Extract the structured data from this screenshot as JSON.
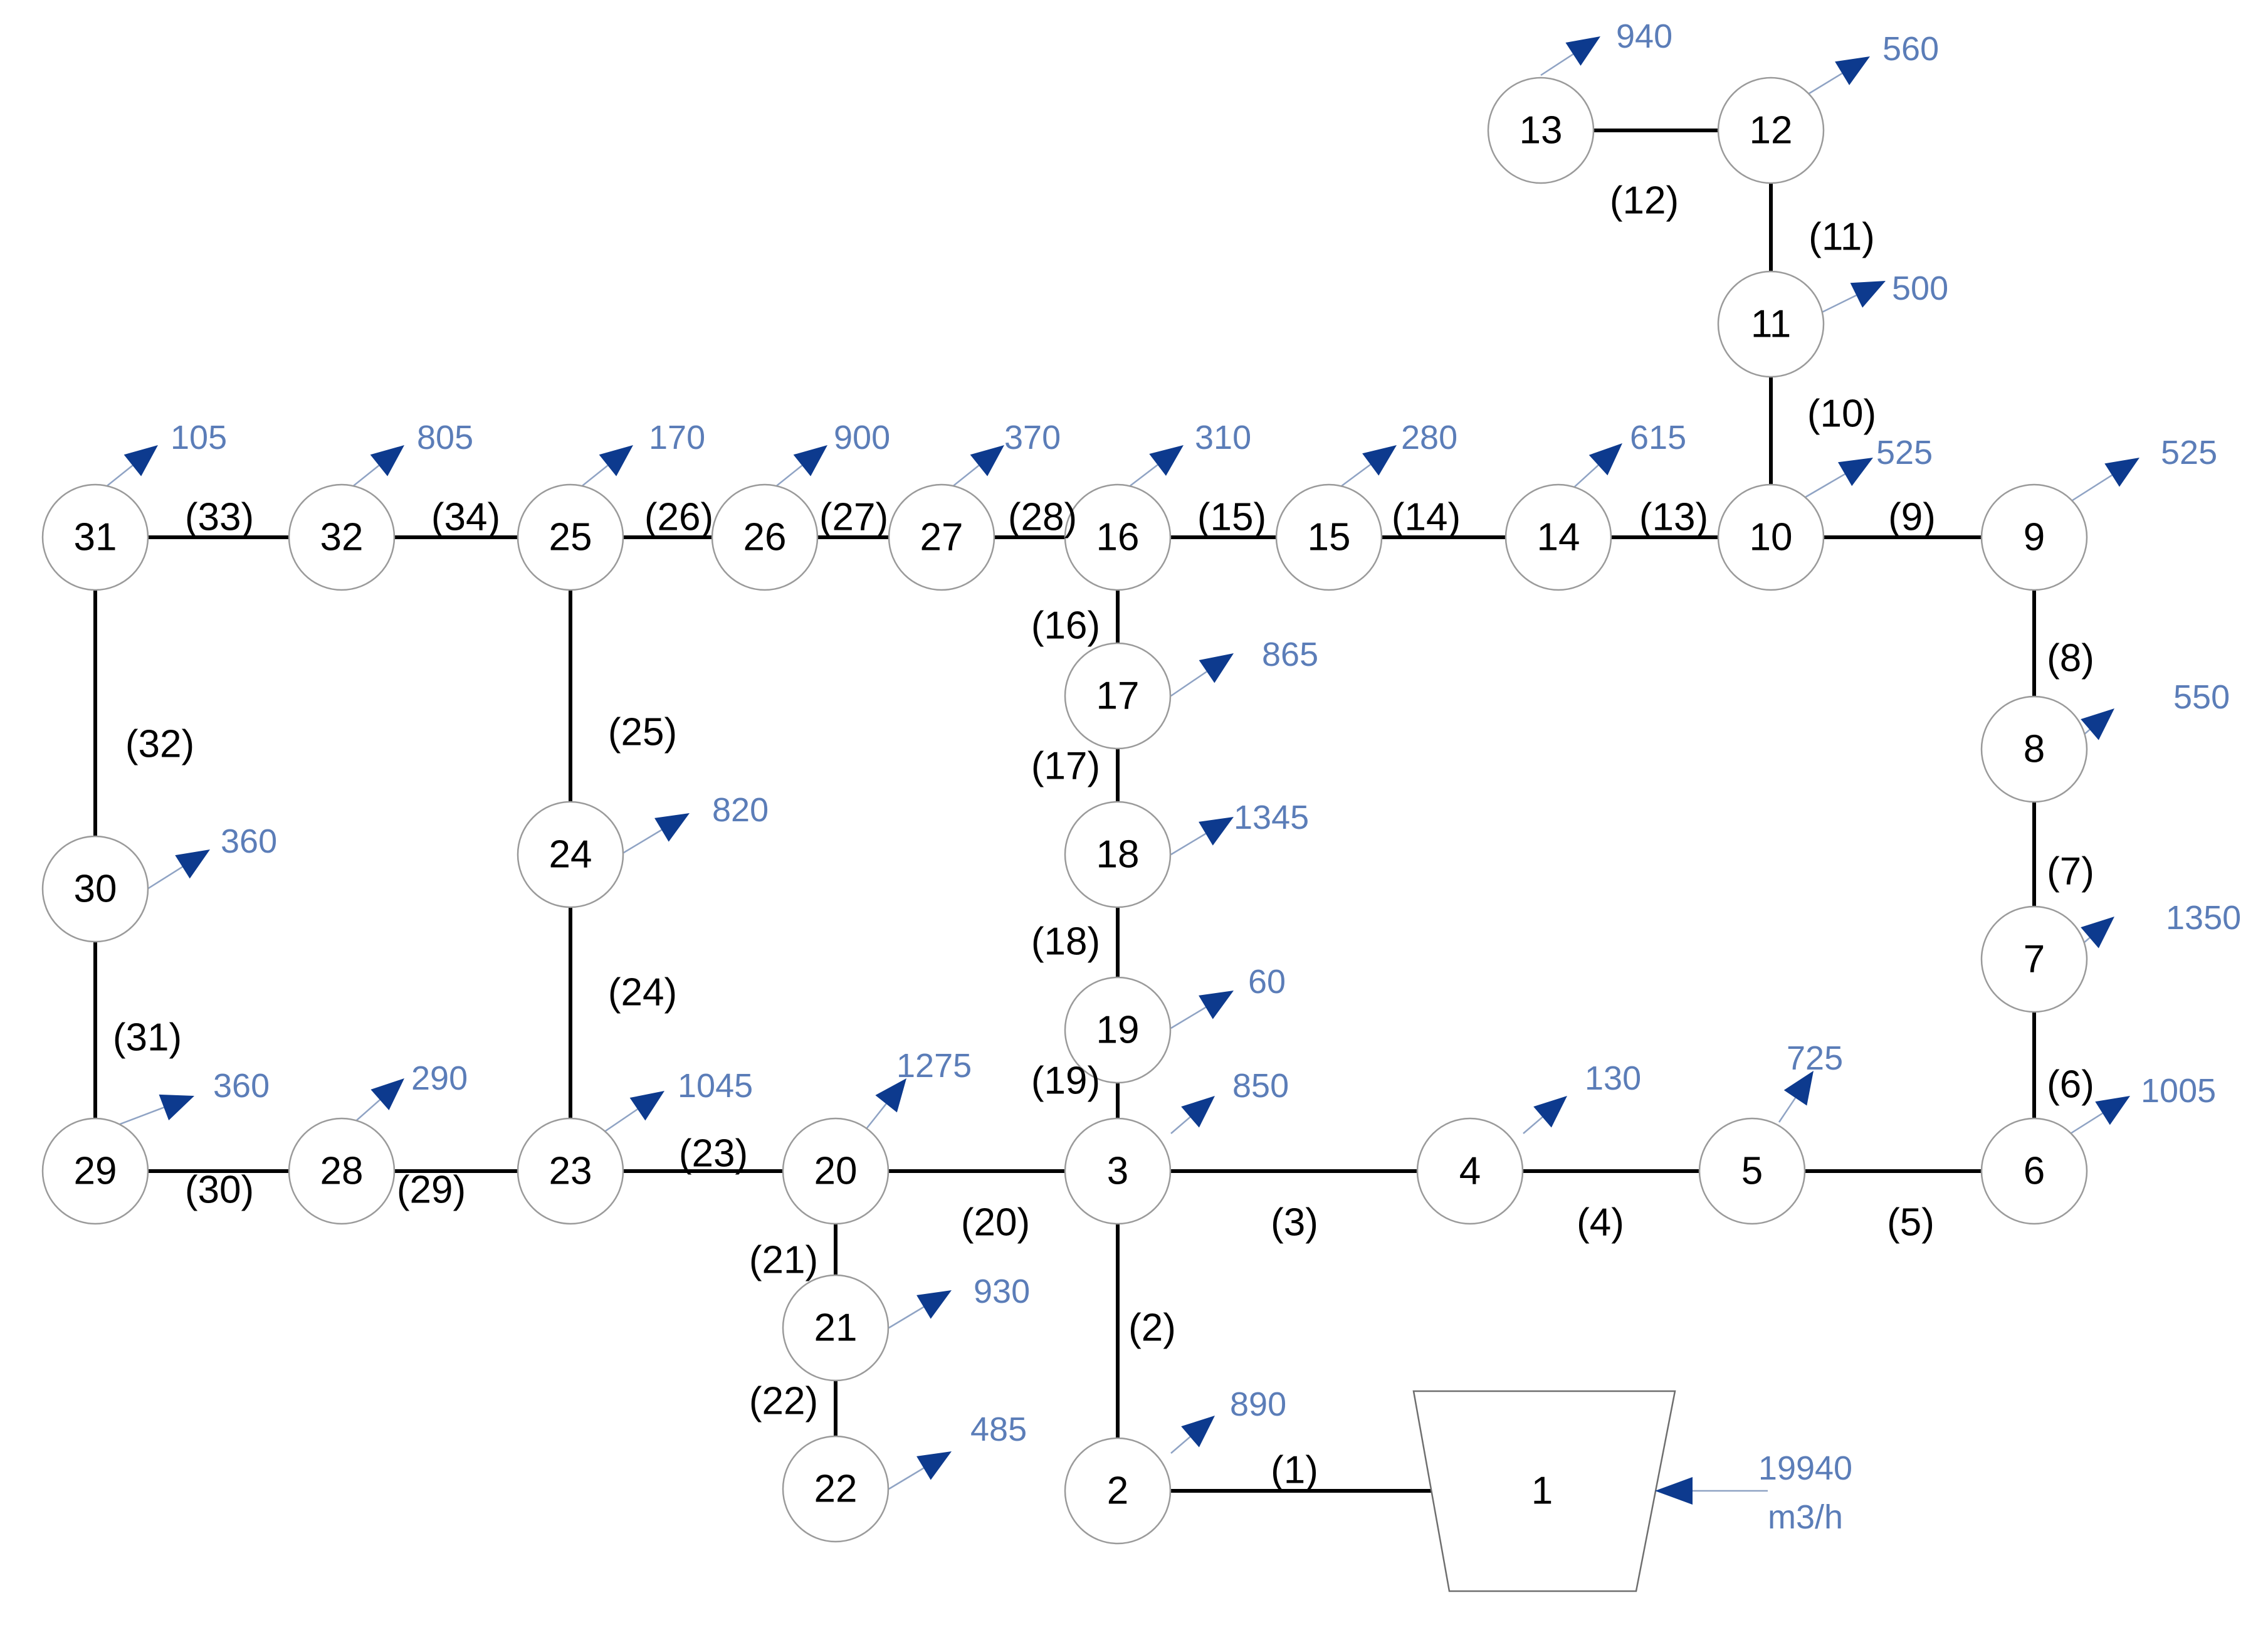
{
  "colors": {
    "pipe": "#000000",
    "node_stroke": "#9a9a9a",
    "demand_arrow": "#0d3a8e",
    "demand_text": "#5b7db8"
  },
  "reservoir": {
    "label": "1",
    "inflow_value": "19940",
    "inflow_unit": "m3/h"
  },
  "nodes": [
    {
      "id": "2",
      "demand": "890"
    },
    {
      "id": "3",
      "demand": "850"
    },
    {
      "id": "4",
      "demand": "130"
    },
    {
      "id": "5",
      "demand": "725"
    },
    {
      "id": "6",
      "demand": "1005"
    },
    {
      "id": "7",
      "demand": "1350"
    },
    {
      "id": "8",
      "demand": "550"
    },
    {
      "id": "9",
      "demand": "525"
    },
    {
      "id": "10",
      "demand": "525"
    },
    {
      "id": "11",
      "demand": "500"
    },
    {
      "id": "12",
      "demand": "560"
    },
    {
      "id": "13",
      "demand": "940"
    },
    {
      "id": "14",
      "demand": "615"
    },
    {
      "id": "15",
      "demand": "280"
    },
    {
      "id": "16",
      "demand": "310"
    },
    {
      "id": "17",
      "demand": "865"
    },
    {
      "id": "18",
      "demand": "1345"
    },
    {
      "id": "19",
      "demand": "60"
    },
    {
      "id": "20",
      "demand": "1275"
    },
    {
      "id": "21",
      "demand": "930"
    },
    {
      "id": "22",
      "demand": "485"
    },
    {
      "id": "23",
      "demand": "1045"
    },
    {
      "id": "24",
      "demand": "820"
    },
    {
      "id": "25",
      "demand": "170"
    },
    {
      "id": "26",
      "demand": "900"
    },
    {
      "id": "27",
      "demand": "370"
    },
    {
      "id": "28",
      "demand": "290"
    },
    {
      "id": "29",
      "demand": "360"
    },
    {
      "id": "30",
      "demand": "360"
    },
    {
      "id": "31",
      "demand": "105"
    },
    {
      "id": "32",
      "demand": "805"
    }
  ],
  "pipes": [
    {
      "label": "(1)",
      "from": "1",
      "to": "2"
    },
    {
      "label": "(2)",
      "from": "2",
      "to": "3"
    },
    {
      "label": "(3)",
      "from": "3",
      "to": "4"
    },
    {
      "label": "(4)",
      "from": "4",
      "to": "5"
    },
    {
      "label": "(5)",
      "from": "5",
      "to": "6"
    },
    {
      "label": "(6)",
      "from": "6",
      "to": "7"
    },
    {
      "label": "(7)",
      "from": "7",
      "to": "8"
    },
    {
      "label": "(8)",
      "from": "8",
      "to": "9"
    },
    {
      "label": "(9)",
      "from": "9",
      "to": "10"
    },
    {
      "label": "(10)",
      "from": "10",
      "to": "11"
    },
    {
      "label": "(11)",
      "from": "11",
      "to": "12"
    },
    {
      "label": "(12)",
      "from": "12",
      "to": "13"
    },
    {
      "label": "(13)",
      "from": "10",
      "to": "14"
    },
    {
      "label": "(14)",
      "from": "14",
      "to": "15"
    },
    {
      "label": "(15)",
      "from": "15",
      "to": "16"
    },
    {
      "label": "(16)",
      "from": "16",
      "to": "17"
    },
    {
      "label": "(17)",
      "from": "17",
      "to": "18"
    },
    {
      "label": "(18)",
      "from": "18",
      "to": "19"
    },
    {
      "label": "(19)",
      "from": "19",
      "to": "3"
    },
    {
      "label": "(20)",
      "from": "3",
      "to": "20"
    },
    {
      "label": "(21)",
      "from": "20",
      "to": "21"
    },
    {
      "label": "(22)",
      "from": "21",
      "to": "22"
    },
    {
      "label": "(23)",
      "from": "20",
      "to": "23"
    },
    {
      "label": "(24)",
      "from": "23",
      "to": "24"
    },
    {
      "label": "(25)",
      "from": "24",
      "to": "25"
    },
    {
      "label": "(26)",
      "from": "25",
      "to": "26"
    },
    {
      "label": "(27)",
      "from": "26",
      "to": "27"
    },
    {
      "label": "(28)",
      "from": "27",
      "to": "16"
    },
    {
      "label": "(29)",
      "from": "23",
      "to": "28"
    },
    {
      "label": "(30)",
      "from": "28",
      "to": "29"
    },
    {
      "label": "(31)",
      "from": "29",
      "to": "30"
    },
    {
      "label": "(32)",
      "from": "30",
      "to": "31"
    },
    {
      "label": "(33)",
      "from": "31",
      "to": "32"
    },
    {
      "label": "(34)",
      "from": "32",
      "to": "25"
    }
  ]
}
